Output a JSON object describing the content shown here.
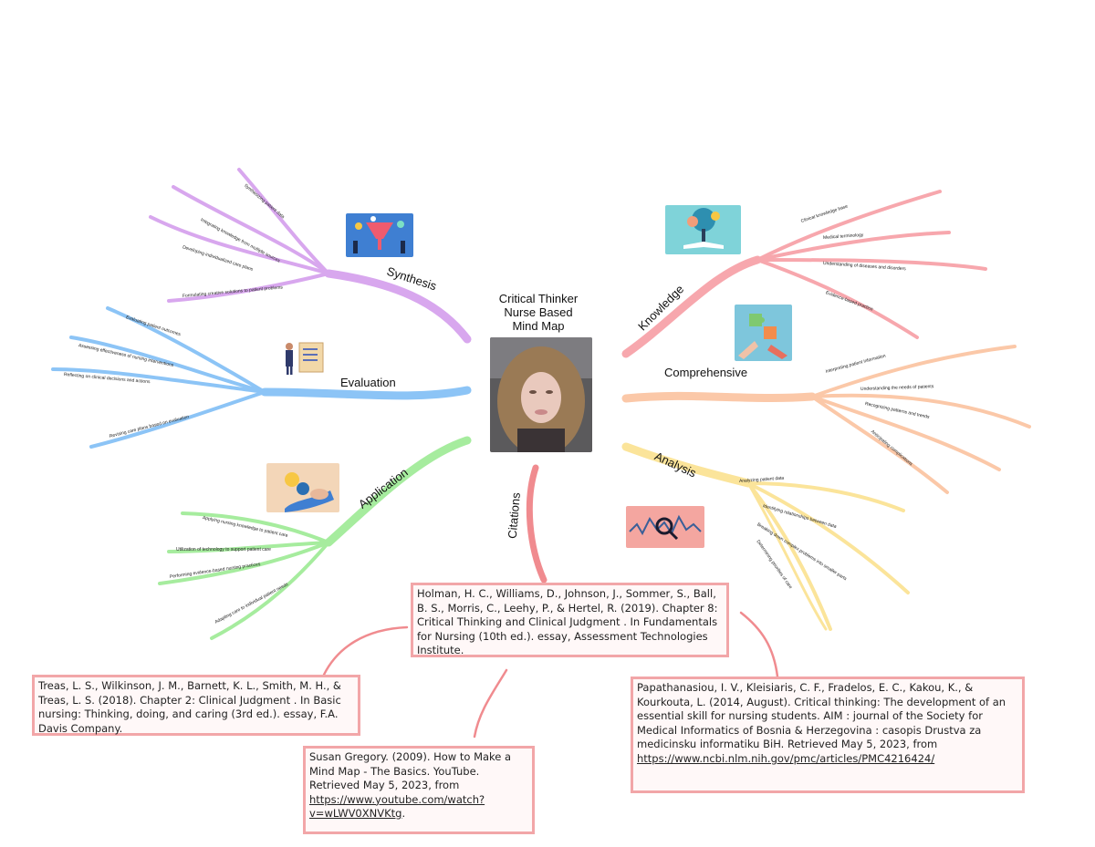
{
  "center": {
    "title": "Critical Thinker\nNurse Based\nMind Map",
    "photo_icon": "portrait-photo"
  },
  "branches": {
    "synthesis": {
      "label": "Synthesis",
      "color": "#d8a7ee",
      "leaves": [
        "Synthesizing patient data",
        "Integrating knowledge from multiple sources",
        "Developing individualized care plans",
        "Formulating creative solutions to patient problems"
      ]
    },
    "evaluation": {
      "label": "Evaluation",
      "color": "#8cc4f6",
      "leaves": [
        "Evaluating patient outcomes",
        "Assessing effectiveness of nursing interventions",
        "Reflecting on clinical decisions and actions",
        "Revising care plans based on evaluation"
      ]
    },
    "application": {
      "label": "Application",
      "color": "#a6ec9e",
      "leaves": [
        "Applying nursing knowledge to patient care",
        "Utilization of technology to support patient care",
        "Performing evidence-based nursing practices",
        "Adapting care to individual patient needs"
      ]
    },
    "knowledge": {
      "label": "Knowledge",
      "color": "#f7a7ad",
      "leaves": [
        "Clinical knowledge base",
        "Medical terminology",
        "Understanding of diseases and disorders",
        "Evidence-based practice"
      ]
    },
    "comprehensive": {
      "label": "Comprehensive",
      "color": "#fbc8a8",
      "leaves": [
        "Interpreting patient information",
        "Understanding the needs of patients",
        "Recognizing patterns and trends",
        "Anticipating complications"
      ]
    },
    "analysis": {
      "label": "Analysis",
      "color": "#fbe49a",
      "leaves": [
        "Analyzing patient data",
        "Identifying relationships between data",
        "Breaking down complex problems into smaller parts",
        "Determining priorities of care"
      ]
    },
    "citations": {
      "label": "Citations",
      "color": "#f08b8f"
    }
  },
  "citations": {
    "holman": {
      "text": "Holman, H. C., Williams, D., Johnson, J., Sommer, S., Ball, B. S., Morris, C., Leehy, P., & Hertel, R. (2019). Chapter 8: Critical Thinking and Clinical Judgment . In Fundamentals for Nursing (10th ed.). essay, Assessment Technologies Institute."
    },
    "treas": {
      "text": "Treas, L. S., Wilkinson, J. M., Barnett, K. L., Smith, M. H., & Treas, L. S. (2018). Chapter 2: Clinical Judgment . In Basic nursing: Thinking, doing, and caring (3rd ed.). essay, F.A. Davis Company."
    },
    "gregory": {
      "text": "Susan Gregory. (2009). How to Make a Mind Map - The Basics. YouTube. Retrieved May 5, 2023, from ",
      "url": "https://www.youtube.com/watch?v=wLWV0XNVKtg",
      "end": "."
    },
    "papathanasiou": {
      "text": "Papathanasiou, I. V., Kleisiaris, C. F., Fradelos, E. C., Kakou, K., & Kourkouta, L. (2014, August). Critical thinking: The development of an essential skill for nursing students. AIM : journal of the Society for Medical Informatics of Bosnia & Herzegovina : casopis Drustva za medicinsku informatiku BiH. Retrieved May 5, 2023, from ",
      "url": "https://www.ncbi.nlm.nih.gov/pmc/articles/PMC4216424/",
      "end": ""
    }
  }
}
